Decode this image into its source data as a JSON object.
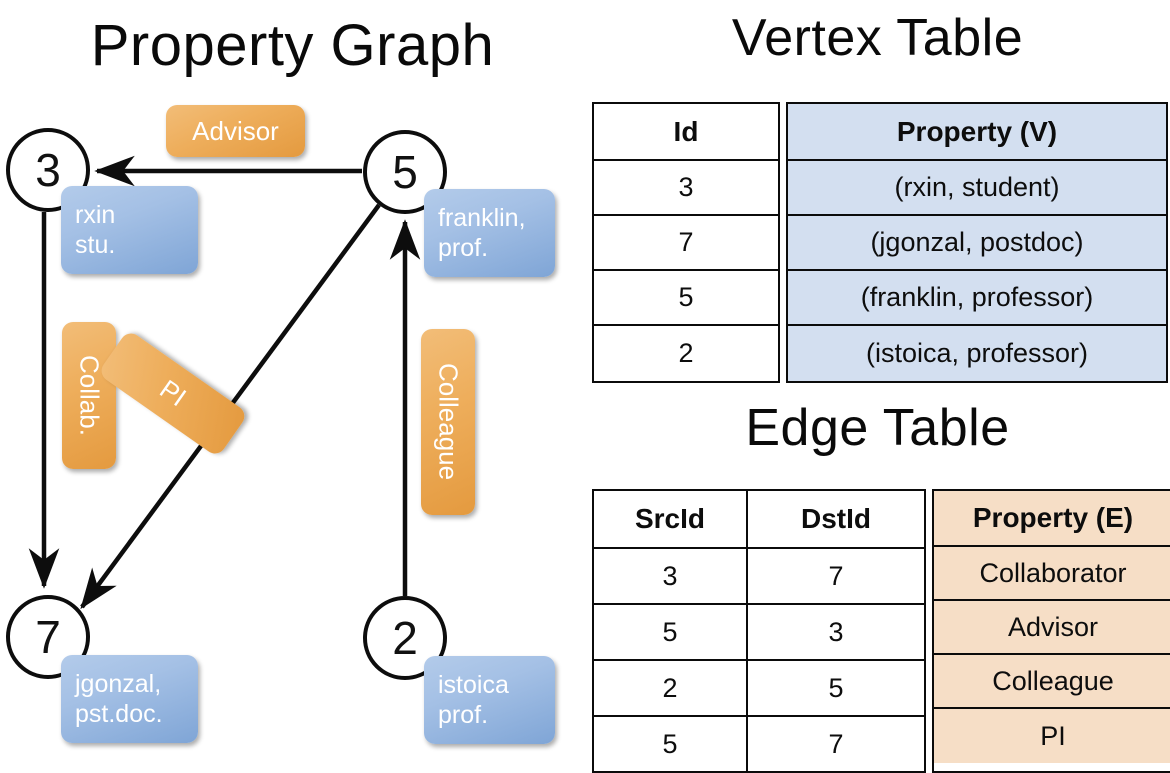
{
  "titles": {
    "property_graph": "Property Graph",
    "vertex_table": "Vertex Table",
    "edge_table": "Edge Table"
  },
  "graph": {
    "nodes": [
      {
        "id": "3",
        "property_line1": "rxin",
        "property_line2": "stu."
      },
      {
        "id": "5",
        "property_line1": "franklin,",
        "property_line2": "prof."
      },
      {
        "id": "7",
        "property_line1": "jgonzal,",
        "property_line2": "pst.doc."
      },
      {
        "id": "2",
        "property_line1": "istoica",
        "property_line2": "prof."
      }
    ],
    "edge_labels": [
      {
        "text": "Advisor"
      },
      {
        "text": "Collab."
      },
      {
        "text": "PI"
      },
      {
        "text": "Colleague"
      }
    ]
  },
  "vertex_table": {
    "headers": [
      "Id",
      "Property (V)"
    ],
    "rows": [
      {
        "id": "3",
        "property": "(rxin, student)"
      },
      {
        "id": "7",
        "property": "(jgonzal, postdoc)"
      },
      {
        "id": "5",
        "property": "(franklin, professor)"
      },
      {
        "id": "2",
        "property": "(istoica, professor)"
      }
    ]
  },
  "edge_table": {
    "headers": [
      "SrcId",
      "DstId",
      "Property (E)"
    ],
    "rows": [
      {
        "src": "3",
        "dst": "7",
        "property": "Collaborator"
      },
      {
        "src": "5",
        "dst": "3",
        "property": "Advisor"
      },
      {
        "src": "2",
        "dst": "5",
        "property": "Colleague"
      },
      {
        "src": "5",
        "dst": "7",
        "property": "PI"
      }
    ]
  },
  "colors": {
    "node_stroke": "#0d0d0d",
    "vertex_property_fill": "#d3dff0",
    "edge_property_fill": "#f6dec6",
    "vertex_box_accent": "#a4c0e5",
    "edge_label_accent": "#eeae5c"
  }
}
